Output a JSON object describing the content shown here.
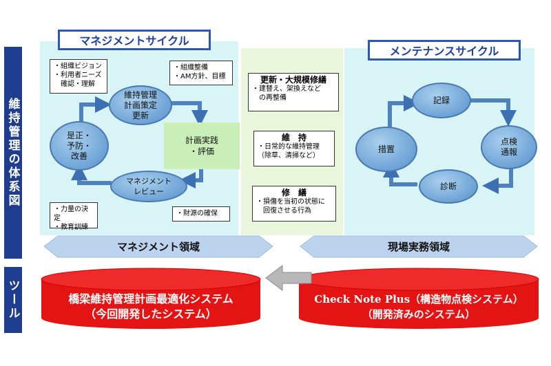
{
  "side_labels": {
    "system": "維持管理の体系図",
    "tools": "ツール"
  },
  "management": {
    "title": "マネジメントサイクル",
    "notes": {
      "vision": [
        "・組織ビジョン",
        "・利用者ニーズ",
        "　確認・理解"
      ],
      "org": [
        "・組織整備",
        "・AM方針、目標"
      ],
      "capability": [
        "・力量の決定",
        "・教育訓練"
      ],
      "finance": [
        "・財源の確保"
      ]
    },
    "nodes": {
      "plan": [
        "維持管理",
        "計画策定",
        "更新"
      ],
      "correct": [
        "是正・",
        "予防・",
        "改善"
      ],
      "review": [
        "マネジメント",
        "レビュー"
      ],
      "execute": [
        "計画実践",
        "・評価"
      ]
    },
    "band": "マネジメント領域"
  },
  "middle": {
    "renewal": {
      "title": "更新・大規模修繕",
      "lines": [
        "・建替え、架換えなど",
        "　の再整備"
      ]
    },
    "maintain": {
      "title": "維　持",
      "lines": [
        "・日常的な維持管理",
        "（除草、清掃など）"
      ]
    },
    "repair": {
      "title": "修　繕",
      "lines": [
        "・損傷を当初の状態に",
        "　回復させる行為"
      ]
    }
  },
  "maintenance": {
    "title": "メンテナンスサイクル",
    "nodes": {
      "record": "記録",
      "inspect": [
        "点検",
        "通報"
      ],
      "diagnose": "診断",
      "measure": "措置"
    },
    "band": "現場実務領域"
  },
  "tools": {
    "left": [
      "橋梁維持管理計画最適化システム",
      "（今回開発したシステム）"
    ],
    "right": [
      "Check Note Plus（構造物点検システム）",
      "（開発済みのシステム）"
    ]
  },
  "colors": {
    "navy": "#1f3d8f",
    "red": "#e41414",
    "band": "#bcd3ee"
  }
}
